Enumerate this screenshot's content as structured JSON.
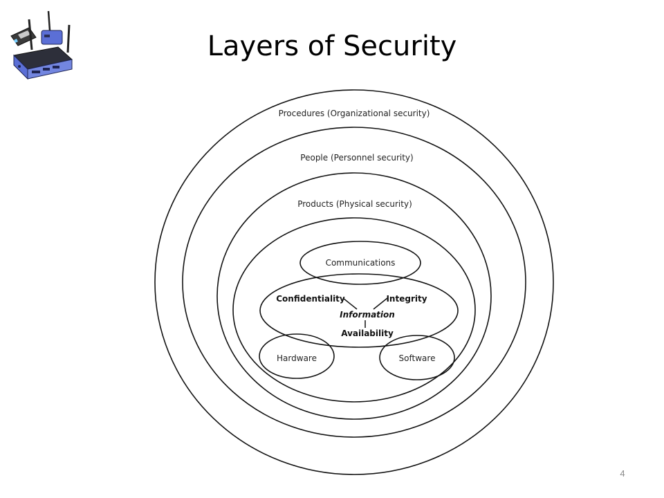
{
  "slide": {
    "title": "Layers of Security",
    "page_number": "4"
  },
  "logo": {
    "icon": "wireless-router-icon",
    "colors": {
      "router_body": "#5b6fd6",
      "router_dark": "#2a2f55",
      "card": "#3a3a3a"
    }
  },
  "diagram": {
    "layers": [
      "Procedures (Organizational security)",
      "People (Personnel security)",
      "Products (Physical security)"
    ],
    "inner": {
      "communications": "Communications",
      "hardware": "Hardware",
      "software": "Software",
      "information": "Information",
      "confidentiality": "Confidentiality",
      "integrity": "Integrity",
      "availability": "Availability"
    }
  }
}
